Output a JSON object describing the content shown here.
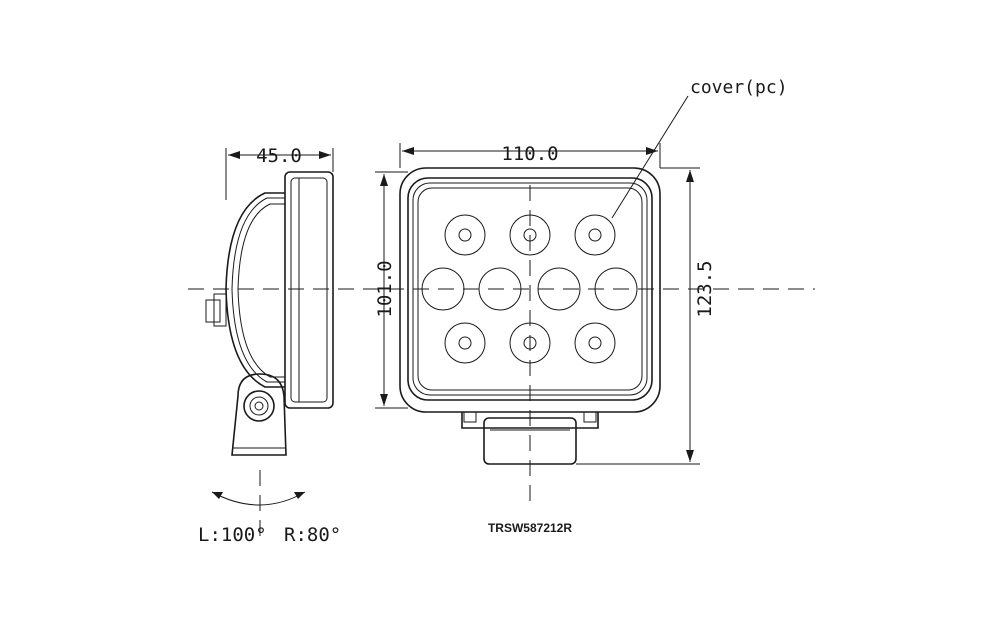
{
  "dimensions": {
    "depth": "45.0",
    "width": "110.0",
    "lens_height": "101.0",
    "total_height": "123.5"
  },
  "callouts": {
    "cover": "cover(pc)"
  },
  "rotation": {
    "left": "L:100°",
    "right": "R:80°"
  },
  "model": "TRSW587212R"
}
